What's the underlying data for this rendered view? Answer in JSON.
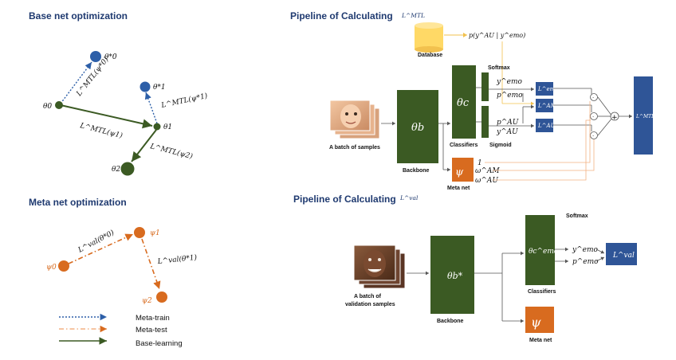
{
  "panels": {
    "base_title": "Base net optimization",
    "meta_title": "Meta net optimization",
    "pipe1_title": "Pipeline of Calculating",
    "pipe1_math": "L^MTL",
    "pipe2_title": "Pipeline of Calculating",
    "pipe2_math": "L^val"
  },
  "base": {
    "theta_star0": "θ*0",
    "theta0": "θ0",
    "theta_star1": "θ*1",
    "theta1": "θ1",
    "theta2": "θ2",
    "edge_lmtl_star0": "L^MTL(ψ*0)",
    "edge_lmtl_star1": "L^MTL(ψ*1)",
    "edge_lmtl_1": "L^MTL(ψ1)",
    "edge_lmtl_2": "L^MTL(ψ2)"
  },
  "meta": {
    "psi0": "ψ0",
    "psi1": "ψ1",
    "psi2": "ψ2",
    "edge_lval_0": "L^val(θ*0)",
    "edge_lval_1": "L^val(θ*1)"
  },
  "legend": {
    "meta_train": "Meta-train",
    "meta_test": "Meta-test",
    "base_learning": "Base-learning"
  },
  "pipe1": {
    "database": "Database",
    "prob": "p(y^AU | y^emo)",
    "softmax": "Softmax",
    "sigmoid": "Sigmoid",
    "batch": "A batch of samples",
    "backbone": "Backbone",
    "classifiers": "Classifiers",
    "metanet": "Meta net",
    "theta_b": "θb",
    "theta_c": "θc",
    "psi": "ψ",
    "y_emo": "y^emo",
    "p_emo": "p^emo",
    "p_au": "p^AU",
    "y_au": "y^AU",
    "l_emo": "L^emo",
    "l_am": "L^AM",
    "l_au": "L^AU",
    "l_mtl": "L^MTL",
    "one": "1",
    "w_am": "ω^AM",
    "w_au": "ω^AU",
    "dot": "·",
    "plus": "+"
  },
  "pipe2": {
    "batch_line1": "A batch of",
    "batch_line2": "validation samples",
    "backbone": "Backbone",
    "classifiers": "Classifiers",
    "softmax": "Softmax",
    "metanet": "Meta net",
    "theta_b_star": "θb*",
    "theta_c_star": "θc^emo*",
    "psi": "ψ",
    "y_emo": "y^emo",
    "p_emo": "p^emo",
    "l_val": "L^val"
  },
  "colors": {
    "title": "#1f3a70",
    "dark_green": "#3b5a23",
    "node_blue": "#2d5fa8",
    "loss_blue": "#2f5597",
    "orange": "#d86b1f",
    "light_orange": "#f4b183",
    "database_yellow": "#ffd966"
  }
}
